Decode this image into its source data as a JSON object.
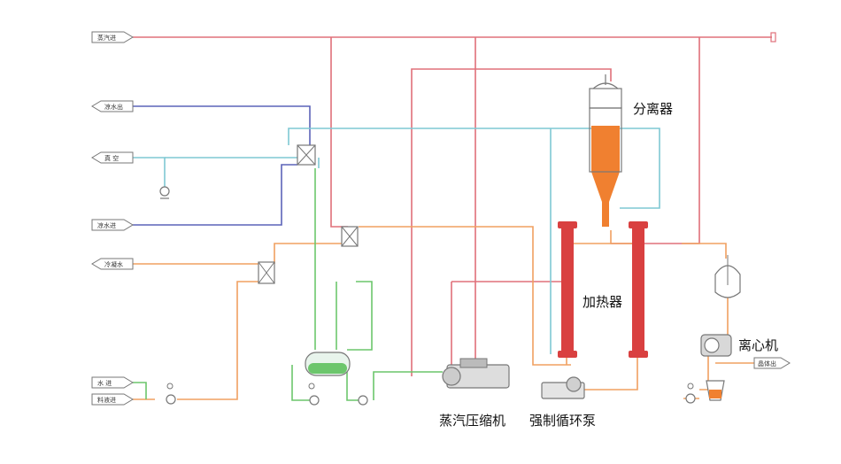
{
  "colors": {
    "steam": "#e0707a",
    "process": "#f0a060",
    "cooling": "#7ec8d4",
    "vacuum": "#5b63b8",
    "condensate": "#6cc66c",
    "equipment": "#777777",
    "separator_liquid": "#f08030",
    "heater_body": "#d94040"
  },
  "io_tags": {
    "steam_in": "蒸汽进",
    "cooling_water_out": "凉水出",
    "vacuum": "真 空",
    "cooling_water_in": "凉水进",
    "condensate_out": "冷凝水",
    "water_in": "水 进",
    "feed_in": "料液进",
    "product_out": "晶体出"
  },
  "equipment_labels": {
    "separator": "分离器",
    "heater": "加热器",
    "centrifuge": "离心机",
    "compressor": "蒸汽压缩机",
    "circulation_pump": "强制循环泵"
  },
  "icons": {
    "heat_exchanger": "heat-exchanger-icon",
    "pump": "pump-icon",
    "valve": "valve-icon",
    "gauge": "pressure-gauge-icon"
  }
}
